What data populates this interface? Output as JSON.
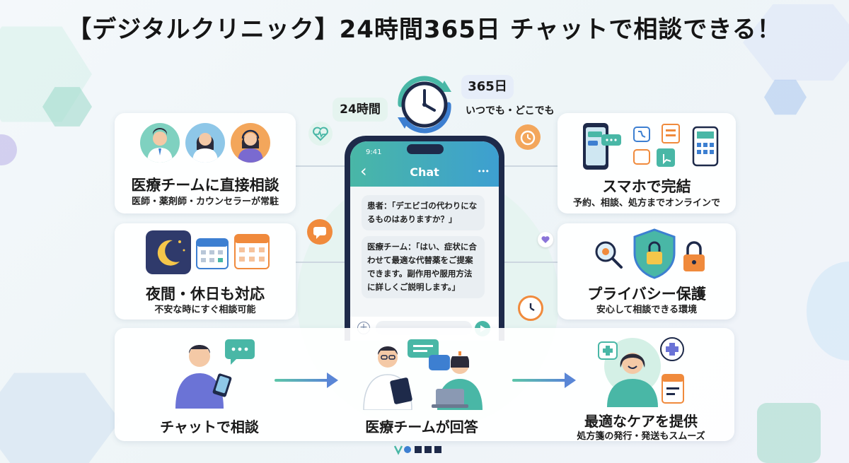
{
  "title": "【デジタルクリニック】24時間365日 チャットで相談できる！",
  "badges": {
    "hours": "24時間",
    "days": "365日",
    "anywhere": "いつでも・どこでも"
  },
  "features": {
    "medical_team": {
      "title": "医療チームに直接相談",
      "sub": "医師・薬剤師・カウンセラーが常駐"
    },
    "night_holiday": {
      "title": "夜間・休日も対応",
      "sub": "不安な時にすぐ相談可能"
    },
    "smartphone": {
      "title": "スマホで完結",
      "sub": "予約、相談、処方までオンラインで"
    },
    "privacy": {
      "title": "プライバシー保護",
      "sub": "安心して相談できる環境"
    }
  },
  "phone": {
    "time": "9:41",
    "header": "Chat",
    "back": "‹",
    "more": "•••",
    "message_patient": "患者：「デエビゴの代わりになるものはありますか？」",
    "message_team": "医療チーム：「はい、症状に合わせて最適な代替薬をご提案できます。副作用や服用方法に詳しくご説明します。」"
  },
  "flow": {
    "step1": "チャットで相談",
    "step2": "医療チームが回答",
    "step3_title": "最適なケアを提供",
    "step3_sub": "処方箋の発行・発送もスムーズ"
  },
  "colors": {
    "teal": "#49b7a6",
    "blue": "#3d9fd1",
    "orange": "#f08a3c",
    "navy": "#1e2a4a"
  }
}
